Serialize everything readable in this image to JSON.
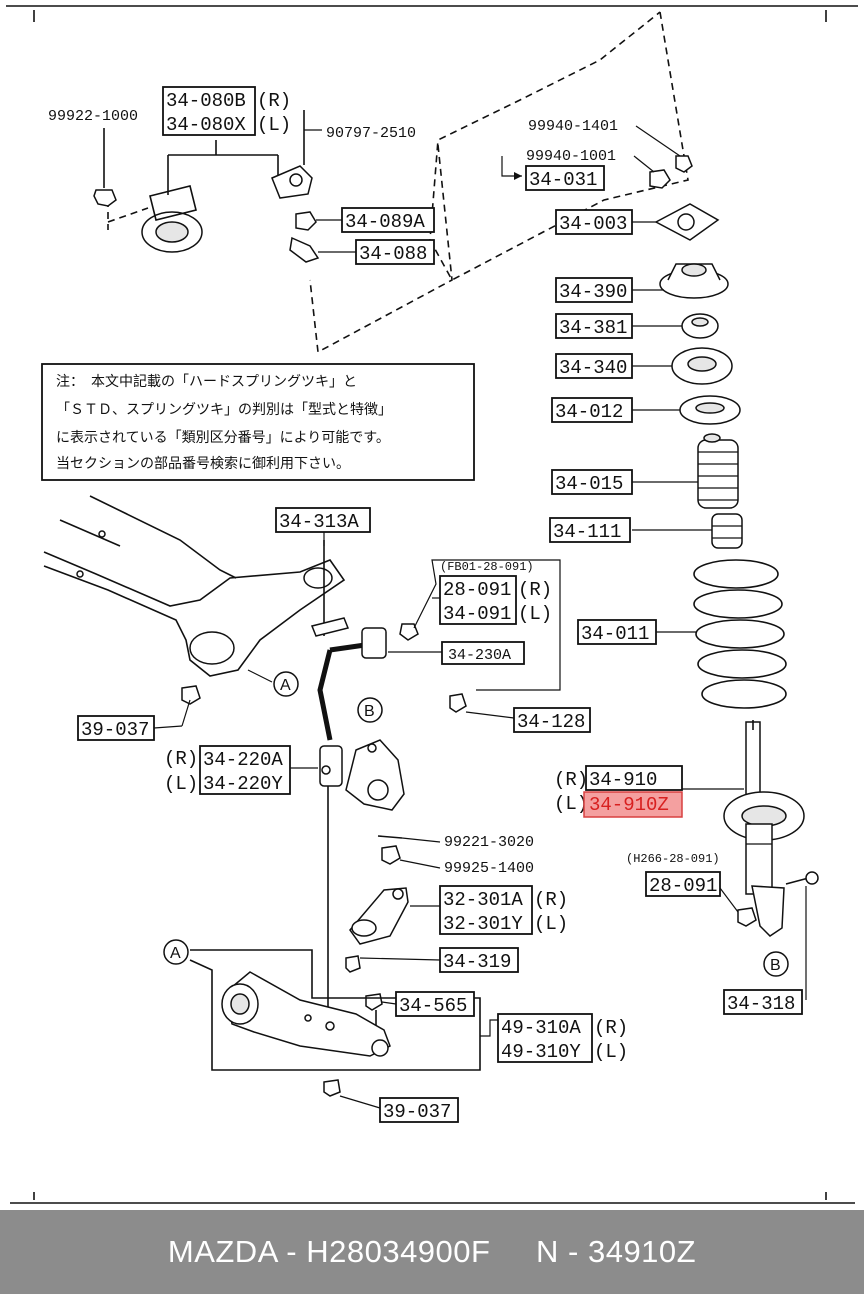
{
  "labels": {
    "a1": "99922-1000",
    "a2": "34-080B",
    "a2_side": "(R)",
    "a3": "34-080X",
    "a3_side": "(L)",
    "a4": "90797-2510",
    "a5": "34-089A",
    "a6": "34-088",
    "b1": "99940-1401",
    "b2": "99940-1001",
    "b3": "34-031",
    "b4": "34-003",
    "b5": "34-390",
    "b6": "34-381",
    "b7": "34-340",
    "b8": "34-012",
    "b9": "34-015",
    "b10": "34-111",
    "b11": "34-011",
    "c1": "34-313A",
    "c2": "(FB01-28-091)",
    "c3": "28-091",
    "c3_side": "(R)",
    "c4": "34-091",
    "c4_side": "(L)",
    "c5": "34-230A",
    "c6": "34-128",
    "c7": "39-037",
    "c8_side": "(R)",
    "c8": "34-220A",
    "c9_side": "(L)",
    "c9": "34-220Y",
    "d1_side": "(R)",
    "d1": "34-910",
    "d2_side": "(L)",
    "d2": "34-910Z",
    "d3": "(H266-28-091)",
    "d4": "28-091",
    "d5": "34-318",
    "e1": "99221-3020",
    "e2": "99925-1400",
    "e3": "32-301A",
    "e3_side": "(R)",
    "e4": "32-301Y",
    "e4_side": "(L)",
    "e5": "34-319",
    "e6": "34-565",
    "e7": "49-310A",
    "e7_side": "(R)",
    "e8": "49-310Y",
    "e8_side": "(L)",
    "e9": "39-037",
    "callout_a": "A",
    "callout_b": "B"
  },
  "note": {
    "line1": "注：　本文中記載の「ハードスプリングツキ」と",
    "line2": "「ＳＴＤ、スプリングツキ」の判別は「型式と特徴」",
    "line3": "に表示されている「類別区分番号」により可能です。",
    "line4": "当セクションの部品番号検索に御利用下さい。"
  },
  "highlight": {
    "part": "34-910Z",
    "color": "#f4a0a0"
  },
  "footer": {
    "text": "MAZDA - H28034900F     N - 34910Z",
    "background": "#8c8c8c",
    "color": "#ffffff"
  }
}
